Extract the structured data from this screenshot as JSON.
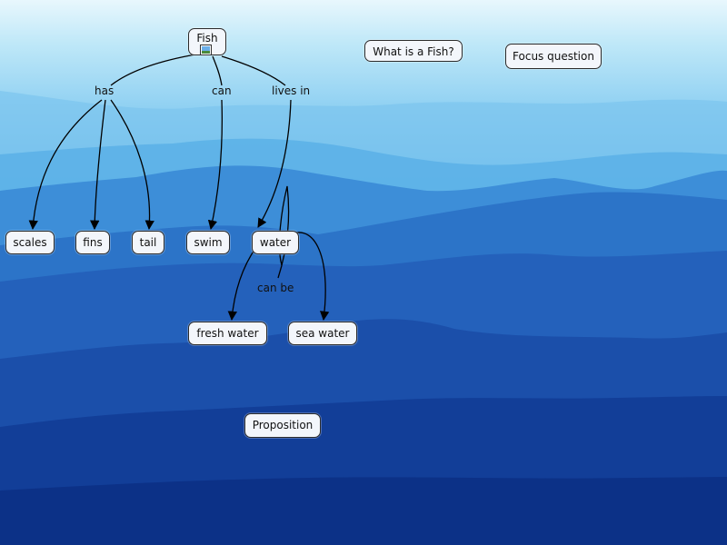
{
  "background": {
    "sky_top": "#dff3fc",
    "mid": "#5fb1e6",
    "deep": "#1a4cae",
    "bottom": "#0b2d8c"
  },
  "concepts": {
    "fish": "Fish",
    "scales": "scales",
    "fins": "fins",
    "tail": "tail",
    "swim": "swim",
    "water": "water",
    "fresh_water": "fresh water",
    "sea_water": "sea water",
    "what_is_fish": "What is a Fish?",
    "focus_question": "Focus question",
    "proposition": "Proposition"
  },
  "linking_phrases": {
    "has": "has",
    "can": "can",
    "lives_in": "lives in",
    "can_be": "can be"
  },
  "icons": {
    "fish_image": "image-icon"
  }
}
